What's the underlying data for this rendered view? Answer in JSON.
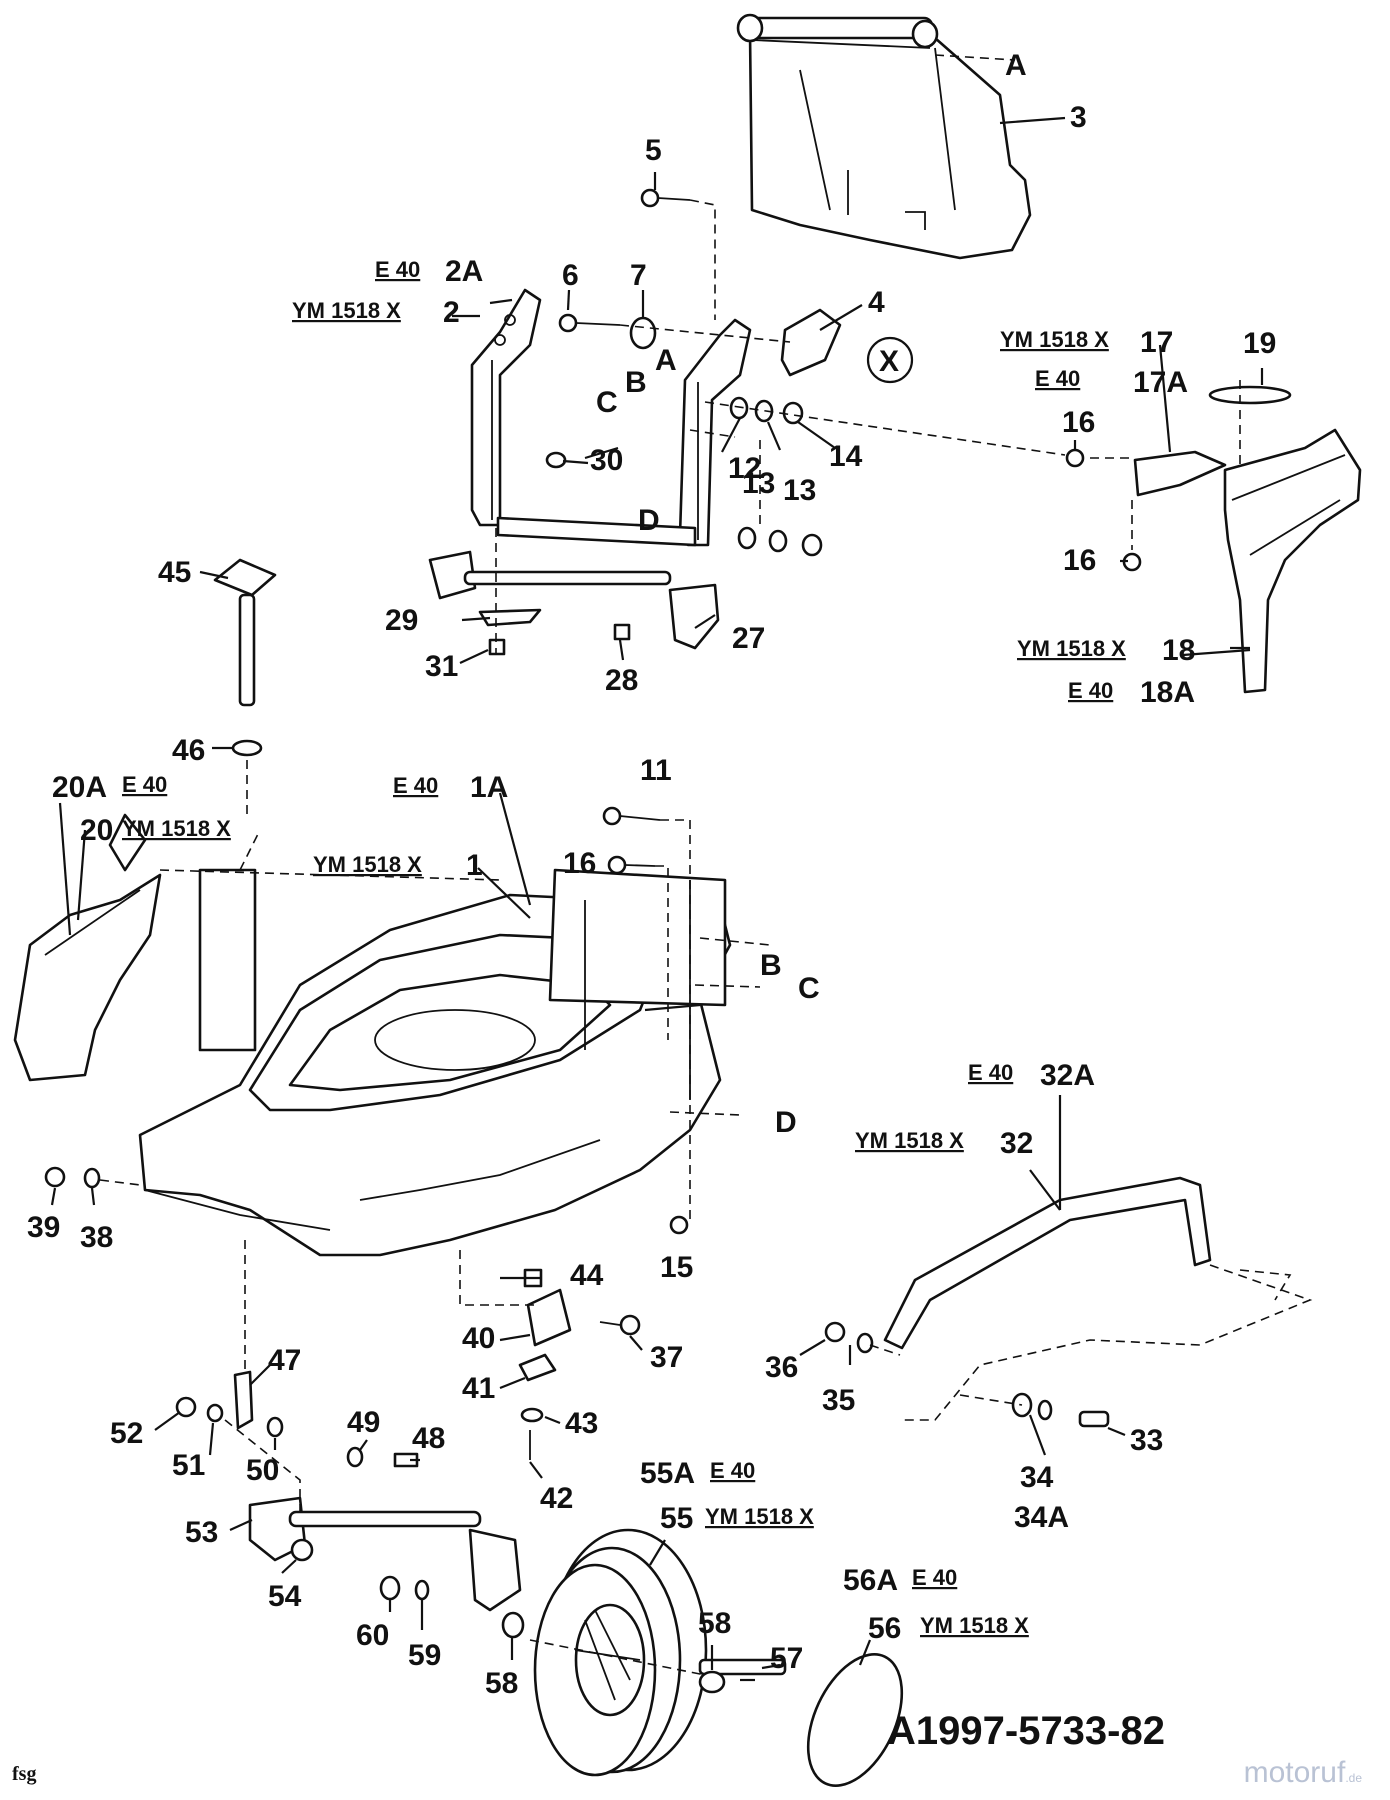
{
  "diagram": {
    "drawing_id": "A1997-5733-82",
    "footer_code": "fsg",
    "watermark": "motoruf",
    "watermark_suffix": ".de",
    "callouts": {
      "n1": "1",
      "n1A": "1A",
      "n2": "2",
      "n2A": "2A",
      "n3": "3",
      "n4": "4",
      "n5": "5",
      "n6": "6",
      "n7": "7",
      "n11": "11",
      "n12": "12",
      "n13a": "13",
      "n13b": "13",
      "n14": "14",
      "n15": "15",
      "n16a": "16",
      "n16b": "16",
      "n16c": "16",
      "n17": "17",
      "n17A": "17A",
      "n18": "18",
      "n18A": "18A",
      "n19": "19",
      "n20": "20",
      "n20A": "20A",
      "n27": "27",
      "n28": "28",
      "n29": "29",
      "n30": "30",
      "n31": "31",
      "n32": "32",
      "n32A": "32A",
      "n33": "33",
      "n34": "34",
      "n34A": "34A",
      "n35": "35",
      "n36": "36",
      "n37": "37",
      "n38": "38",
      "n39": "39",
      "n40": "40",
      "n41": "41",
      "n42": "42",
      "n43": "43",
      "n44": "44",
      "n45": "45",
      "n46": "46",
      "n47": "47",
      "n48": "48",
      "n49": "49",
      "n50": "50",
      "n51": "51",
      "n52": "52",
      "n53": "53",
      "n54": "54",
      "n55": "55",
      "n55A": "55A",
      "n56": "56",
      "n56A": "56A",
      "n57": "57",
      "n58a": "58",
      "n58b": "58",
      "n59": "59",
      "n60": "60"
    },
    "refs": {
      "A1": "A",
      "A2": "A",
      "B1": "B",
      "B2": "B",
      "C1": "C",
      "C2": "C",
      "D1": "D",
      "D2": "D",
      "X": "X"
    },
    "models": {
      "e40": "E 40",
      "ym": "YM 1518 X"
    }
  }
}
